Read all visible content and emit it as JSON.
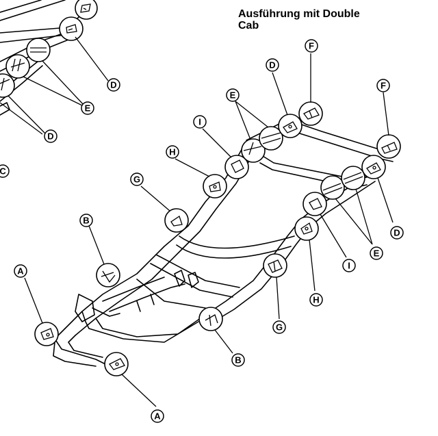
{
  "diagram": {
    "title_line1": "Ausführung mit Double",
    "title_line2": "Cab",
    "markers": [
      {
        "id": "mA1",
        "letter": "A"
      },
      {
        "id": "mA2",
        "letter": "A"
      },
      {
        "id": "mB1",
        "letter": "B"
      },
      {
        "id": "mB2",
        "letter": "B"
      },
      {
        "id": "mC",
        "letter": "C"
      },
      {
        "id": "mDtl",
        "letter": "D"
      },
      {
        "id": "mDl",
        "letter": "D"
      },
      {
        "id": "mD1",
        "letter": "D"
      },
      {
        "id": "mD2",
        "letter": "D"
      },
      {
        "id": "mEtl",
        "letter": "E"
      },
      {
        "id": "mE1",
        "letter": "E"
      },
      {
        "id": "mE2",
        "letter": "E"
      },
      {
        "id": "mF1",
        "letter": "F"
      },
      {
        "id": "mF2",
        "letter": "F"
      },
      {
        "id": "mG1",
        "letter": "G"
      },
      {
        "id": "mG2",
        "letter": "G"
      },
      {
        "id": "mH1",
        "letter": "H"
      },
      {
        "id": "mH2",
        "letter": "H"
      },
      {
        "id": "mI1",
        "letter": "I"
      },
      {
        "id": "mI2",
        "letter": "I"
      }
    ]
  }
}
